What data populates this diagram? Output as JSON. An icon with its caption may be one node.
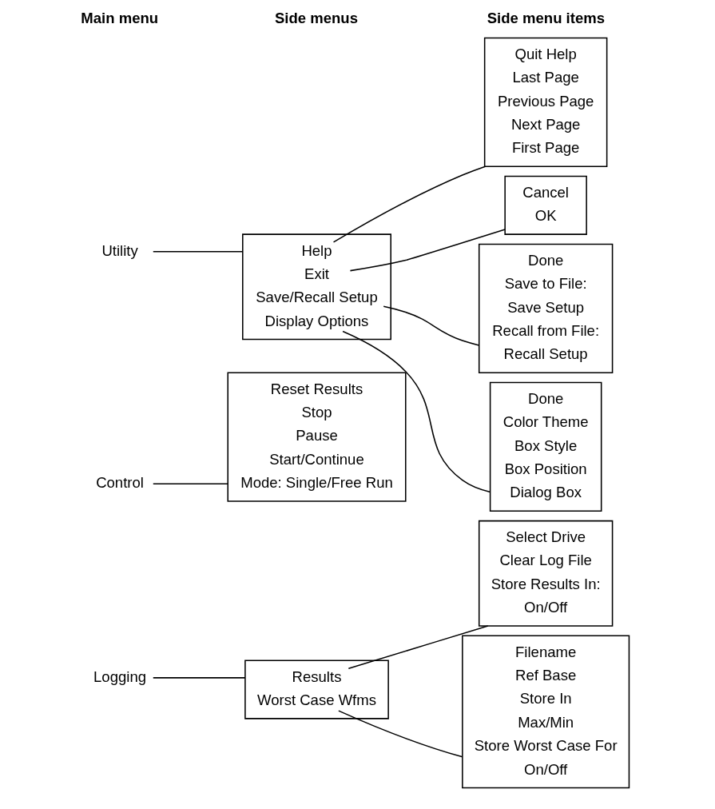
{
  "diagram": {
    "nodes": [
      {
        "text": [
          "Logging"
        ]
      },
      {
        "text": [],
        "shape": "bracket"
      },
      {
        "text": [
          "Results"
        ],
        "in": 1
      },
      {
        "text": [
          "Worst Case Wfms"
        ],
        "in": 1
      },
      {
        "text": [],
        "shape": "bracket"
      },
      {
        "text": [
          "On/Off"
        ],
        "in": 4
      },
      {
        "text": [
          "Store Results In:"
        ],
        "in": 4
      },
      {
        "text": [
          "Clear Log File"
        ],
        "in": 4
      },
      {
        "text": [
          "Select Drive"
        ],
        "in": 4
      },
      {
        "text": [],
        "shape": "bracket"
      },
      {
        "text": [
          "On/Off"
        ],
        "in": 9
      },
      {
        "text": [
          "Store Worst Case For"
        ],
        "in": 9
      },
      {
        "text": [
          "Max/Min"
        ],
        "in": 9
      },
      {
        "text": [
          "Store In"
        ],
        "in": 9
      },
      {
        "text": [
          "Ref Base"
        ],
        "in": 9
      },
      {
        "text": [
          "Filename"
        ],
        "in": 9
      },
      {
        "text": [
          "Control"
        ]
      },
      {
        "text": [],
        "shape": "bracket"
      },
      {
        "text": [
          "Mode: Single/Free Run"
        ],
        "in": 17
      },
      {
        "text": [
          "Start/Continue"
        ],
        "in": 17
      },
      {
        "text": [
          "Pause"
        ],
        "in": 17
      },
      {
        "text": [
          "Stop"
        ],
        "in": 17
      },
      {
        "text": [
          "Reset Results"
        ],
        "in": 17
      },
      {
        "text": [
          "Utility"
        ]
      },
      {
        "text": [],
        "shape": "bracket"
      },
      {
        "text": [
          "Help"
        ],
        "in": 24
      },
      {
        "text": [
          "Exit"
        ],
        "in": 24
      },
      {
        "text": [
          "Save/Recall Setup"
        ],
        "in": 24
      },
      {
        "text": [
          "Display Options"
        ],
        "in": 24
      },
      {
        "text": [],
        "shape": "bracket"
      },
      {
        "text": [
          "First Page"
        ],
        "in": 29
      },
      {
        "text": [
          "Next Page"
        ],
        "in": 29
      },
      {
        "text": [
          "Previous Page"
        ],
        "in": 29
      },
      {
        "text": [
          "Last Page"
        ],
        "in": 29
      },
      {
        "text": [
          "Quit Help"
        ],
        "in": 29
      },
      {
        "text": [],
        "shape": "bracket"
      },
      {
        "text": [
          "OK"
        ],
        "in": 35
      },
      {
        "text": [
          "Cancel"
        ],
        "in": 35
      },
      {
        "text": [],
        "shape": "bracket"
      },
      {
        "text": [
          "Recall Setup"
        ],
        "in": 38
      },
      {
        "text": [
          "Recall from File:"
        ],
        "in": 38
      },
      {
        "text": [
          "Save Setup"
        ],
        "in": 38
      },
      {
        "text": [
          "Save to File:"
        ],
        "in": 38
      },
      {
        "text": [
          "Done"
        ],
        "in": 38
      },
      {
        "text": [],
        "shape": "bracket"
      },
      {
        "text": [
          "Dialog Box"
        ],
        "in": 44
      },
      {
        "text": [
          "Box Position"
        ],
        "in": 44
      },
      {
        "text": [
          "Box Style"
        ],
        "in": 44
      },
      {
        "text": [
          "Color Theme"
        ],
        "in": 44
      },
      {
        "text": [
          "Done"
        ],
        "in": 44
      }
    ],
    "edges": [
      {
        "from": 0,
        "to": 1,
        "arrow": "none"
      },
      {
        "from": 2,
        "to": 4,
        "arrow": "none"
      },
      {
        "from": 3,
        "to": 9,
        "arrow": "none"
      },
      {
        "from": 16,
        "to": 17,
        "arrow": "none"
      },
      {
        "from": 23,
        "to": 24,
        "arrow": "none"
      },
      {
        "from": 25,
        "to": 29,
        "arrow": "none"
      },
      {
        "from": 26,
        "to": 35,
        "arrow": "none"
      },
      {
        "from": 27,
        "to": 38,
        "arrow": "none"
      },
      {
        "from": 28,
        "to": 44,
        "arrow": "none"
      }
    ],
    "labels": [
      "Main menu",
      "Side menus",
      "Side menu items"
    ]
  }
}
